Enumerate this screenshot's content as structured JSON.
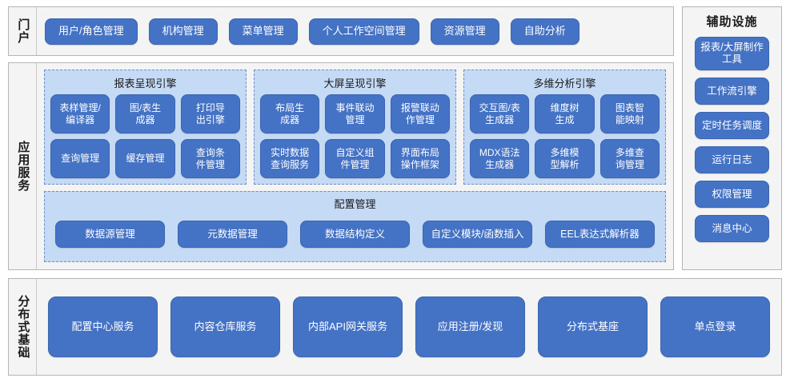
{
  "portal": {
    "label": "门户",
    "items": [
      {
        "label": "用户/角色管理"
      },
      {
        "label": "机构管理"
      },
      {
        "label": "菜单管理"
      },
      {
        "label": "个人工作空间管理"
      },
      {
        "label": "资源管理"
      },
      {
        "label": "自助分析"
      }
    ]
  },
  "aux": {
    "title": "辅助设施",
    "items": [
      {
        "label": "报表/大屏制作工具",
        "lines": 2
      },
      {
        "label": "工作流引擎",
        "lines": 1
      },
      {
        "label": "定时任务调度",
        "lines": 1
      },
      {
        "label": "运行日志",
        "lines": 1
      },
      {
        "label": "权限管理",
        "lines": 1
      },
      {
        "label": "消息中心",
        "lines": 1
      }
    ]
  },
  "app_service": {
    "label": "应用服务",
    "engines": [
      {
        "title": "报表呈现引擎",
        "items": [
          {
            "label": "表样管理/\n编译器"
          },
          {
            "label": "图/表生\n成器"
          },
          {
            "label": "打印导\n出引擎"
          },
          {
            "label": "查询管理"
          },
          {
            "label": "缓存管理"
          },
          {
            "label": "查询条\n件管理"
          }
        ]
      },
      {
        "title": "大屏呈现引擎",
        "items": [
          {
            "label": "布局生\n成器"
          },
          {
            "label": "事件联动\n管理"
          },
          {
            "label": "报警联动\n作管理"
          },
          {
            "label": "实时数据\n查询服务"
          },
          {
            "label": "自定义组\n件管理"
          },
          {
            "label": "界面布局\n操作框架"
          }
        ]
      },
      {
        "title": "多维分析引擎",
        "items": [
          {
            "label": "交互图/表\n生成器"
          },
          {
            "label": "维度树\n生成"
          },
          {
            "label": "图表智\n能映射"
          },
          {
            "label": "MDX语法\n生成器"
          },
          {
            "label": "多维模\n型解析"
          },
          {
            "label": "多维查\n询管理"
          }
        ]
      }
    ],
    "config": {
      "title": "配置管理",
      "items": [
        {
          "label": "数据源管理"
        },
        {
          "label": "元数据管理"
        },
        {
          "label": "数据结构定义"
        },
        {
          "label": "自定义模块/函数插入"
        },
        {
          "label": "EEL表达式解析器"
        }
      ]
    }
  },
  "base": {
    "label": "分布式基础",
    "items": [
      {
        "label": "配置中心服务"
      },
      {
        "label": "内容仓库服务"
      },
      {
        "label": "内部API网关服务"
      },
      {
        "label": "应用注册/发现"
      },
      {
        "label": "分布式基座"
      },
      {
        "label": "单点登录"
      }
    ]
  },
  "colors": {
    "button": "#4472C4",
    "panel": "#C5DAF5",
    "section_bg": "#F4F4F4",
    "section_border": "#B5B5B5"
  }
}
